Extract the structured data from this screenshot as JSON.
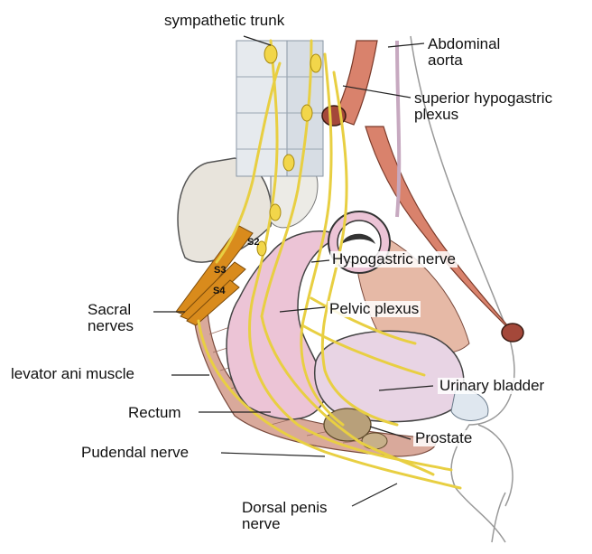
{
  "colors": {
    "nerve": "#e8cf42",
    "nerve_dark": "#b99a1a",
    "sacral": "#d98b1c",
    "aorta": "#d9826c",
    "aorta_dark": "#a4483a",
    "bone": "#e8e4dc",
    "rectum": "#ecc4d6",
    "bladder": "#e8d4e4",
    "muscle": "#d9a99b",
    "prostate": "#b8a07a",
    "leader": "#222222"
  },
  "labels": {
    "sympathetic_trunk": "sympathetic trunk",
    "abdominal_aorta": "Abdominal\naorta",
    "superior_hypogastric_plexus": "superior hypogastric\nplexus",
    "hypogastric_nerve": "Hypogastric nerve",
    "pelvic_plexus": "Pelvic plexus",
    "sacral_nerves": "Sacral\nnerves",
    "levator_ani_muscle": "levator ani muscle",
    "rectum": "Rectum",
    "urinary_bladder": "Urinary bladder",
    "prostate": "Prostate",
    "pudendal_nerve": "Pudendal nerve",
    "dorsal_penis_nerve": "Dorsal penis\nnerve",
    "s2": "S2",
    "s3": "S3",
    "s4": "S4"
  }
}
